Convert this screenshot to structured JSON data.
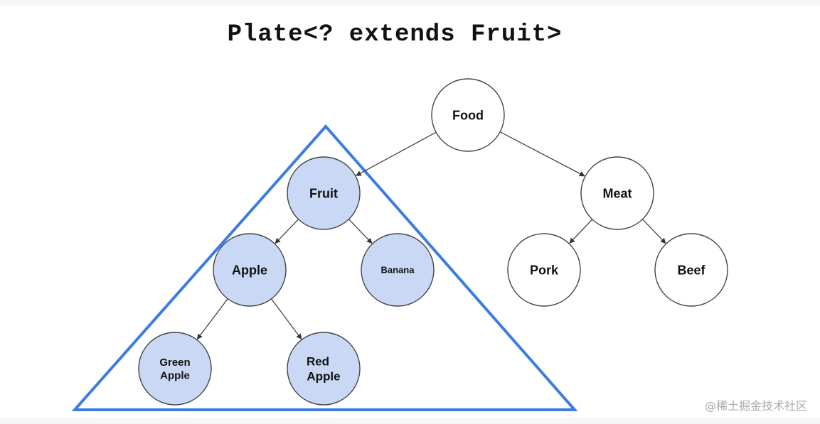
{
  "title": "Plate<? extends Fruit>",
  "watermark": "@稀土掘金技术社区",
  "colors": {
    "highlight_fill": "#c9d9f5",
    "plain_fill": "#ffffff",
    "node_stroke": "#444444",
    "triangle_stroke": "#3b7de0",
    "edge_stroke": "#444444"
  },
  "nodes": [
    {
      "id": "food",
      "lines": [
        "Food"
      ],
      "highlighted": false
    },
    {
      "id": "fruit",
      "lines": [
        "Fruit"
      ],
      "highlighted": true
    },
    {
      "id": "meat",
      "lines": [
        "Meat"
      ],
      "highlighted": false
    },
    {
      "id": "apple",
      "lines": [
        "Apple"
      ],
      "highlighted": true
    },
    {
      "id": "banana",
      "lines": [
        "Banana"
      ],
      "highlighted": true
    },
    {
      "id": "pork",
      "lines": [
        "Pork"
      ],
      "highlighted": false
    },
    {
      "id": "beef",
      "lines": [
        "Beef"
      ],
      "highlighted": false
    },
    {
      "id": "green-apple",
      "lines": [
        "Green",
        "Apple"
      ],
      "highlighted": true
    },
    {
      "id": "red-apple",
      "lines": [
        "Red",
        "Apple"
      ],
      "highlighted": true
    }
  ],
  "edges": [
    {
      "from": "food",
      "to": "fruit"
    },
    {
      "from": "food",
      "to": "meat"
    },
    {
      "from": "fruit",
      "to": "apple"
    },
    {
      "from": "fruit",
      "to": "banana"
    },
    {
      "from": "meat",
      "to": "pork"
    },
    {
      "from": "meat",
      "to": "beef"
    },
    {
      "from": "apple",
      "to": "green-apple"
    },
    {
      "from": "apple",
      "to": "red-apple"
    }
  ],
  "highlight_group": {
    "label": "Plate<? extends Fruit>",
    "members": [
      "fruit",
      "apple",
      "banana",
      "green-apple",
      "red-apple"
    ]
  }
}
